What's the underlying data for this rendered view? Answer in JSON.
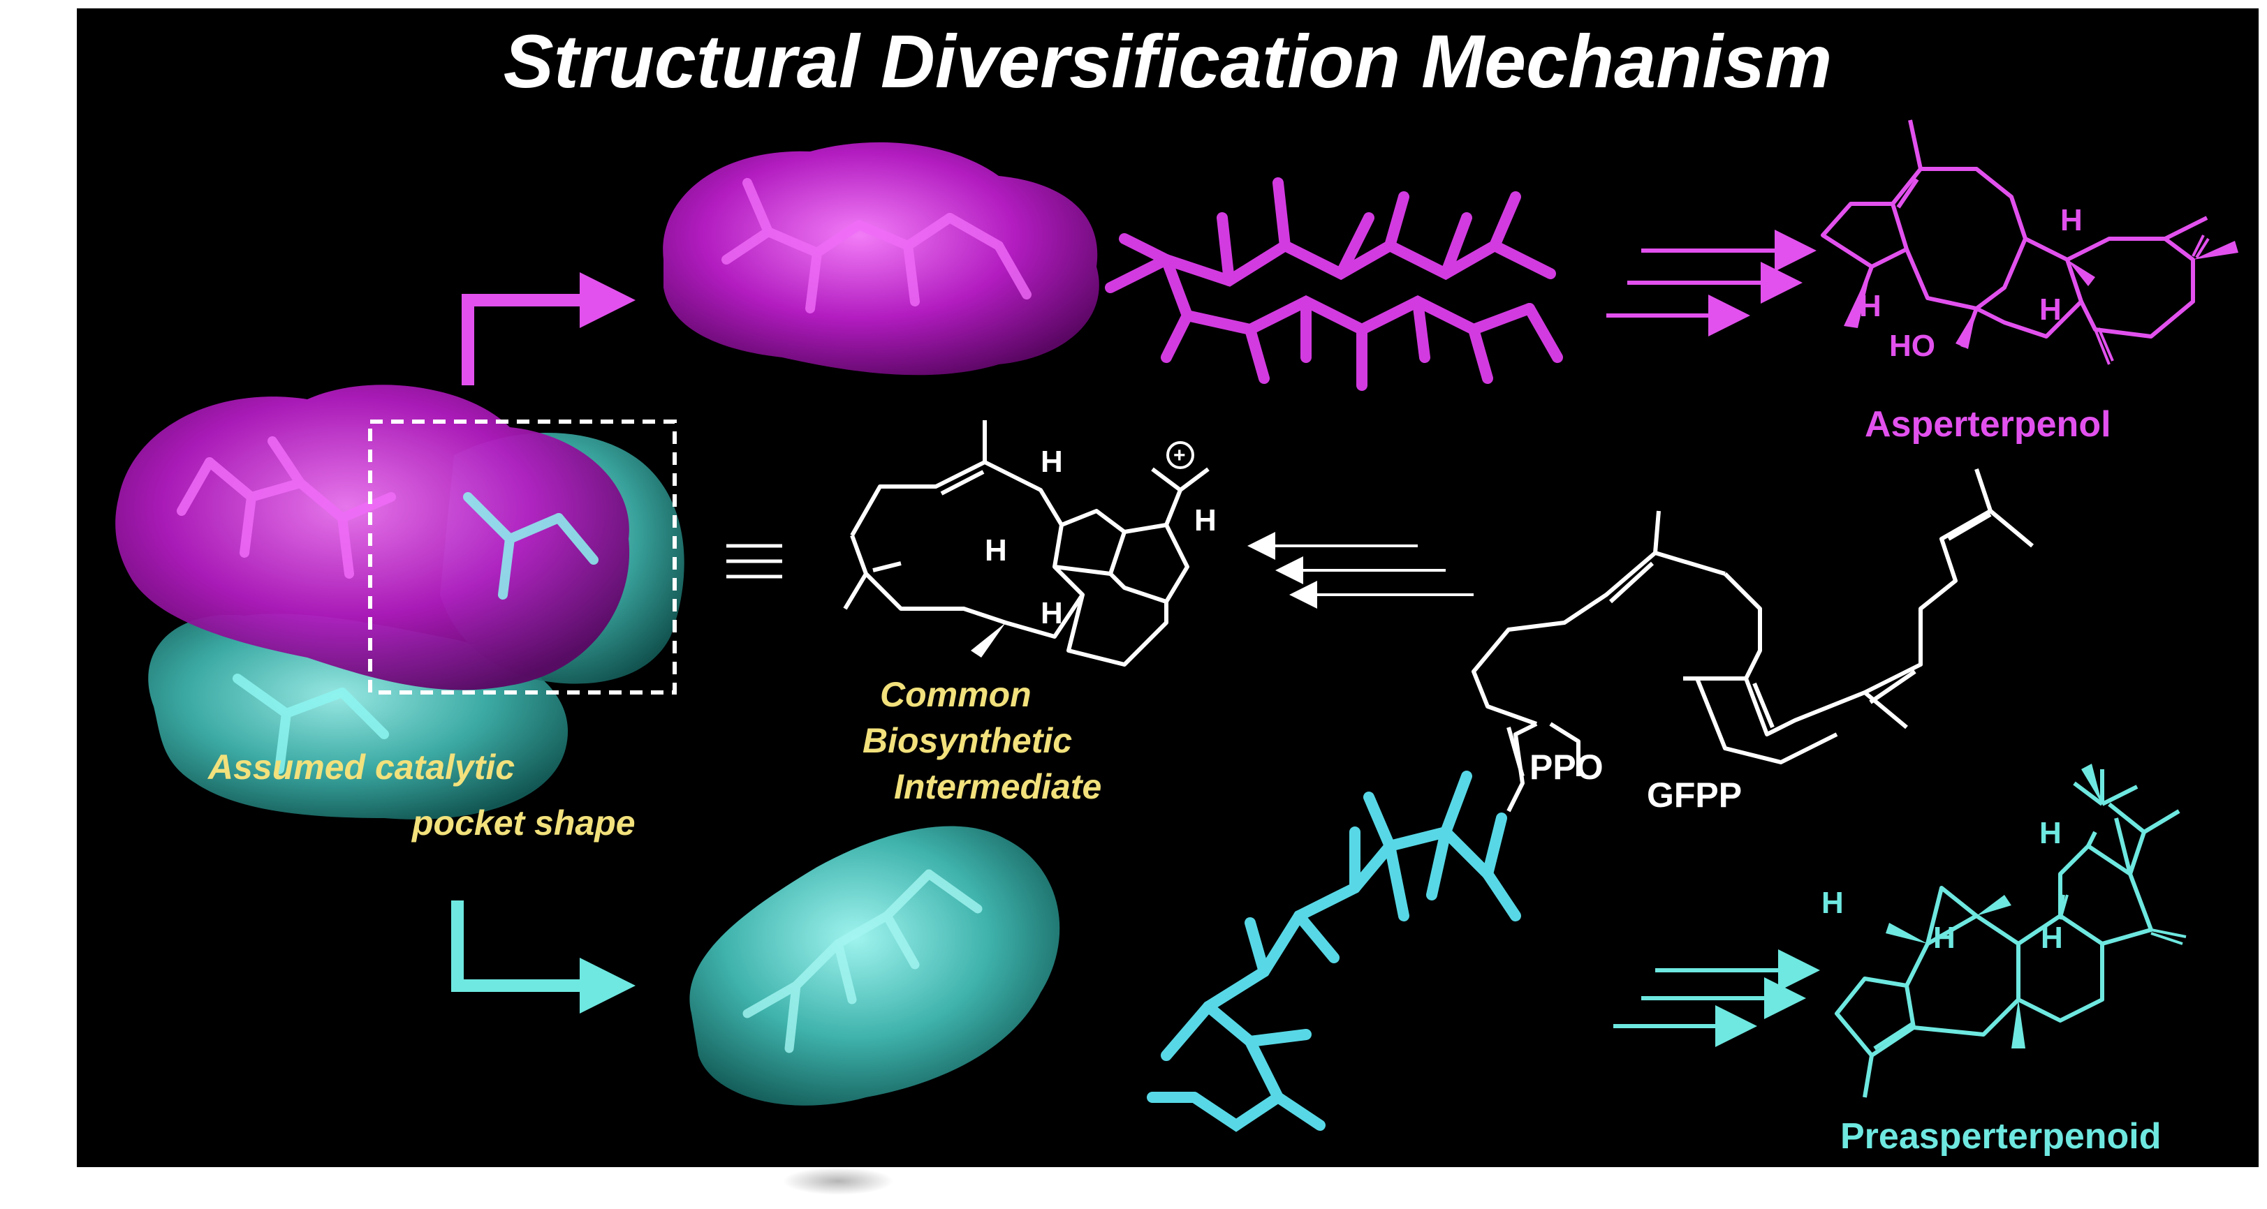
{
  "title": "Structural Diversification Mechanism",
  "pocket_label": {
    "line1": "Assumed catalytic",
    "line2": "pocket shape"
  },
  "intermediate_label": {
    "line1": "Common",
    "line2": "Biosynthetic",
    "line3": "Intermediate"
  },
  "substrate": {
    "name": "GFPP",
    "group": "PPO"
  },
  "products": {
    "top": "Asperterpenol",
    "bottom": "Preasperterpenoid",
    "top_substituent": "HO"
  },
  "atom_labels": {
    "hydrogen": "H",
    "cation": "+"
  },
  "colors": {
    "background": "#000000",
    "magenta": "#e251ee",
    "cyan": "#6ee8e0",
    "yellow": "#f2e17c",
    "white": "#ffffff"
  }
}
